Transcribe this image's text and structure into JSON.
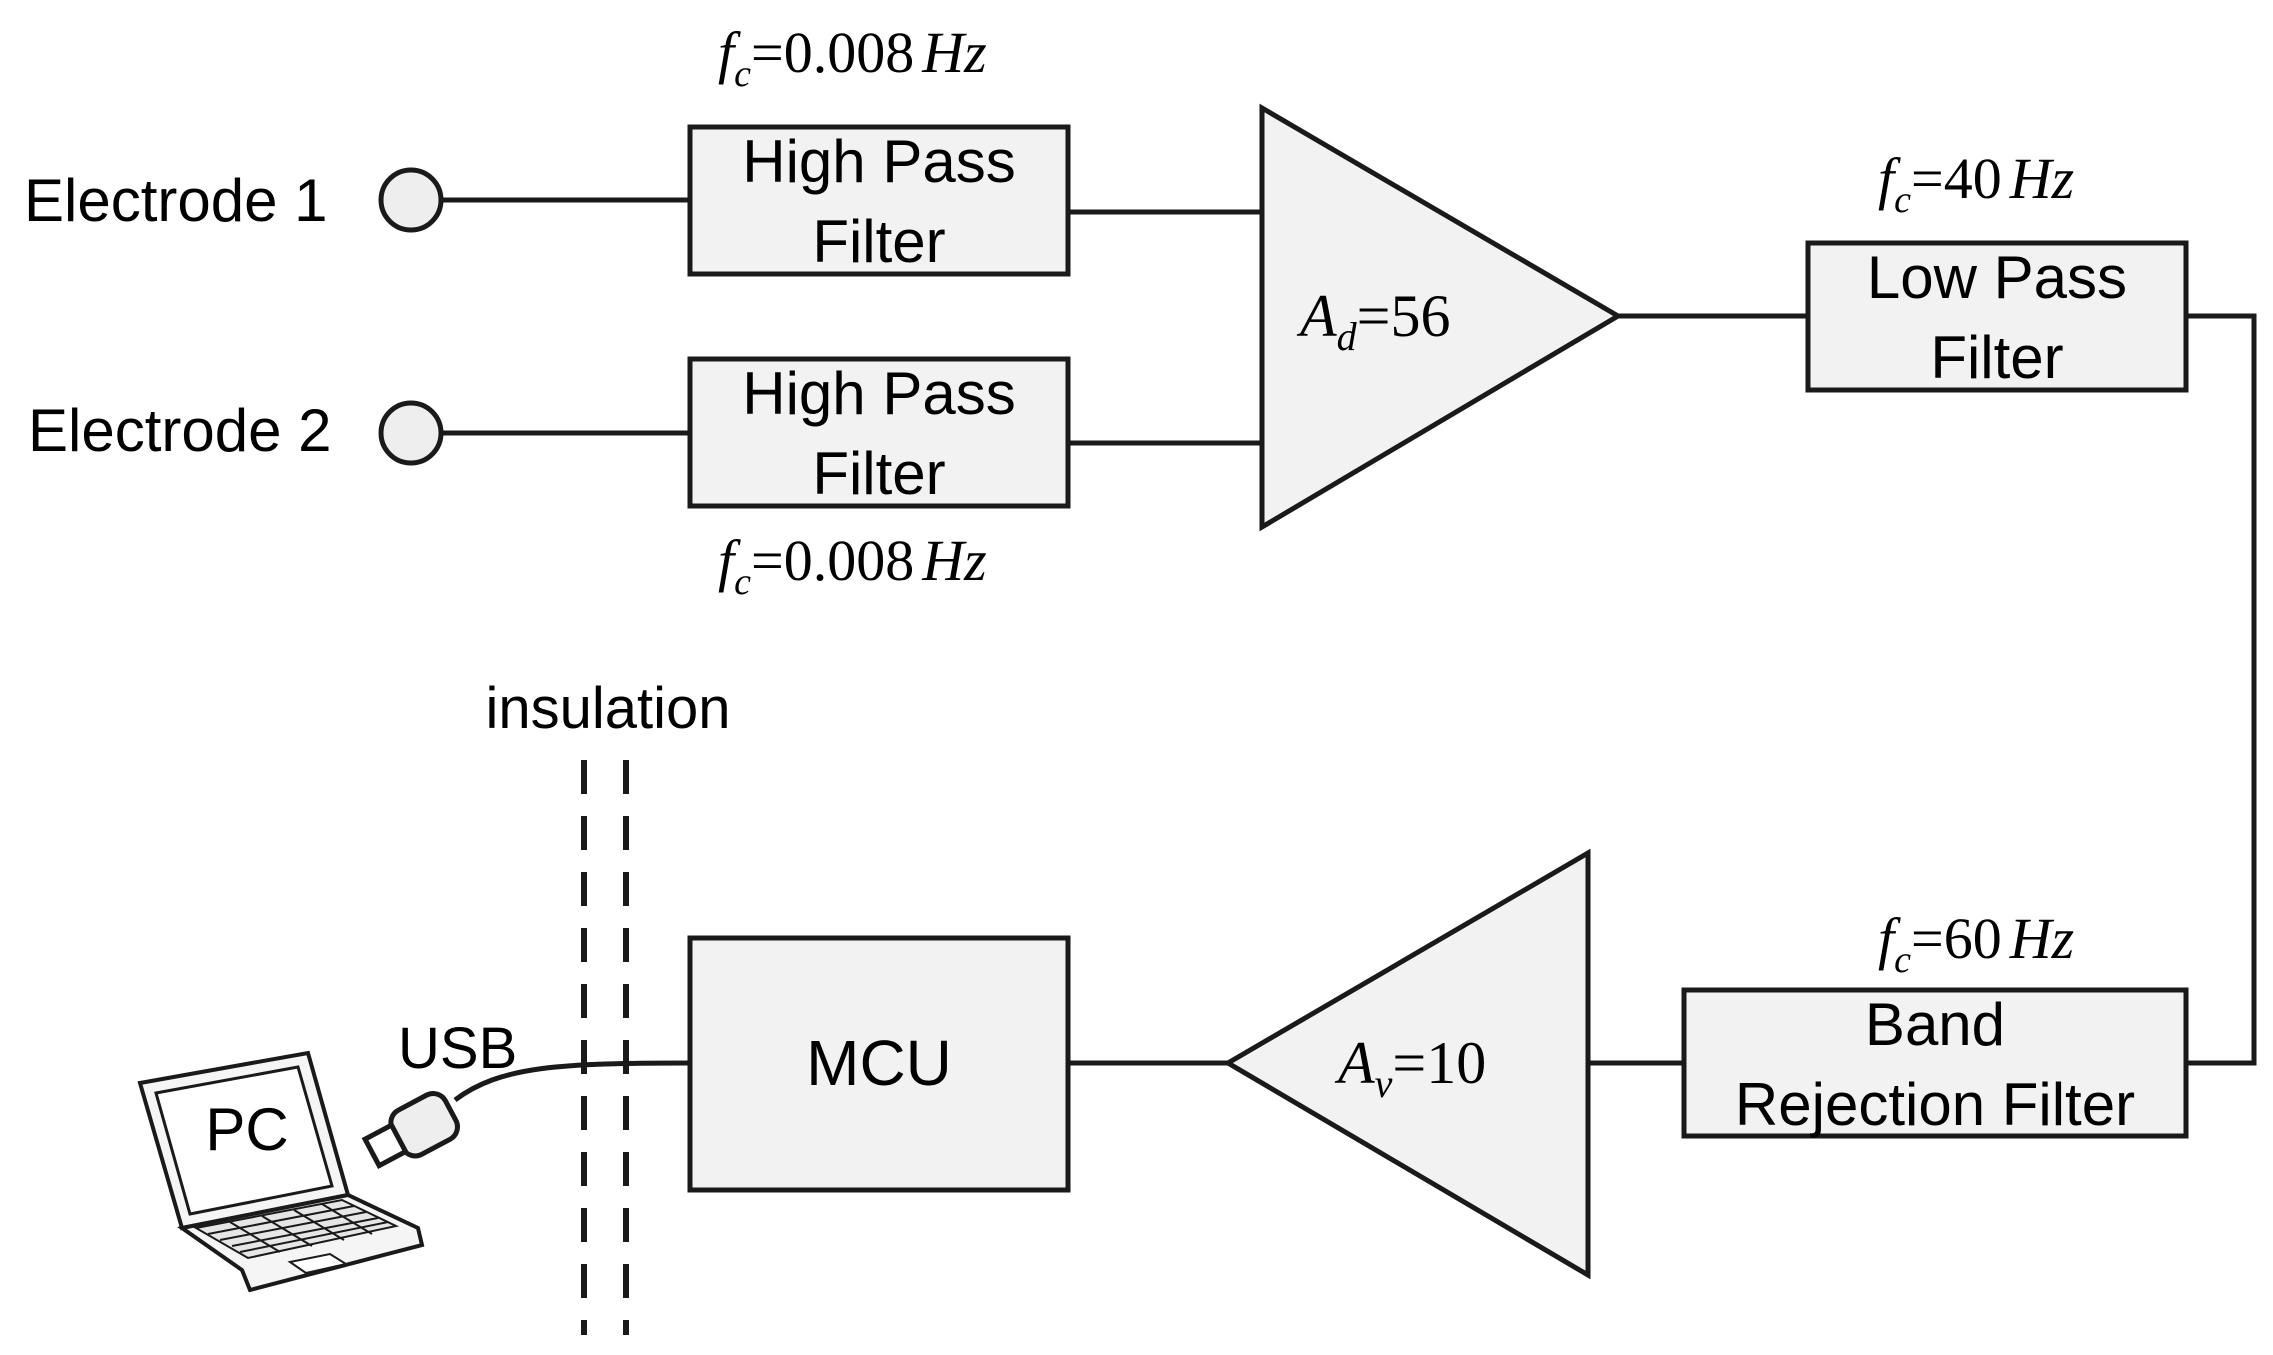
{
  "inputs": {
    "electrode1": "Electrode 1",
    "electrode2": "Electrode 2"
  },
  "high_pass_1": {
    "line1": "High Pass",
    "line2": "Filter",
    "fc_sym": "f",
    "fc_sub": "c",
    "fc_val": "=0.008",
    "fc_unit": "Hz"
  },
  "high_pass_2": {
    "line1": "High Pass",
    "line2": "Filter",
    "fc_sym": "f",
    "fc_sub": "c",
    "fc_val": "=0.008",
    "fc_unit": "Hz"
  },
  "diff_amp": {
    "sym": "A",
    "sub": "d",
    "val": "=56"
  },
  "low_pass": {
    "line1": "Low Pass",
    "line2": "Filter",
    "fc_sym": "f",
    "fc_sub": "c",
    "fc_val": "=40",
    "fc_unit": "Hz"
  },
  "band_rejection": {
    "line1": "Band",
    "line2": "Rejection Filter",
    "fc_sym": "f",
    "fc_sub": "c",
    "fc_val": "=60",
    "fc_unit": "Hz"
  },
  "voltage_amp": {
    "sym": "A",
    "sub": "v",
    "val": "=10"
  },
  "mcu": {
    "label": "MCU"
  },
  "insulation": {
    "label": "insulation"
  },
  "usb": {
    "label": "USB"
  },
  "pc": {
    "label": "PC"
  }
}
